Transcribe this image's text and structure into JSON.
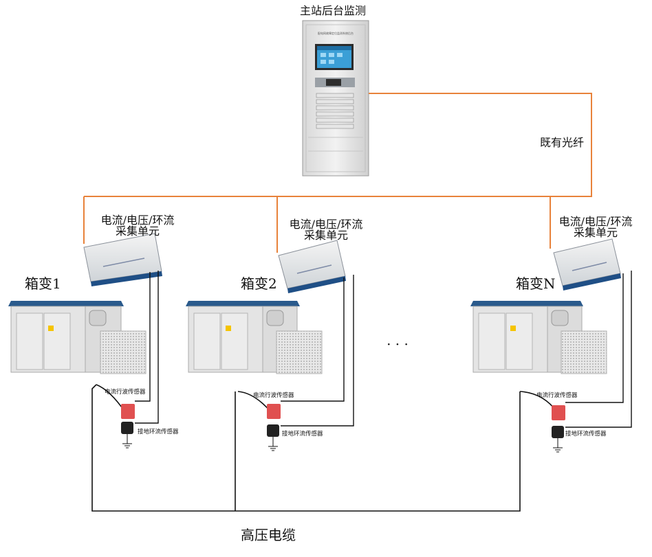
{
  "server": {
    "title": "主站后台监测",
    "cabinet_text": "配电网故障定位监测系统后台"
  },
  "fiber_label": "既有光纤",
  "collector_label_line1": "电流/电压/环流",
  "collector_label_line2": "采集单元",
  "stations": [
    {
      "name": "箱变1"
    },
    {
      "name": "箱变2"
    },
    {
      "name": "箱变N"
    }
  ],
  "ellipsis": "· · ·",
  "sensor_labels": {
    "current_wave": "电流行波传感器",
    "ground_loop": "接地环流传感器"
  },
  "hv_cable_label": "高压电缆",
  "colors": {
    "fiber": "#e8823a",
    "wire": "#111111",
    "roof": "#2a5a8c",
    "sensor": "#e05050"
  }
}
